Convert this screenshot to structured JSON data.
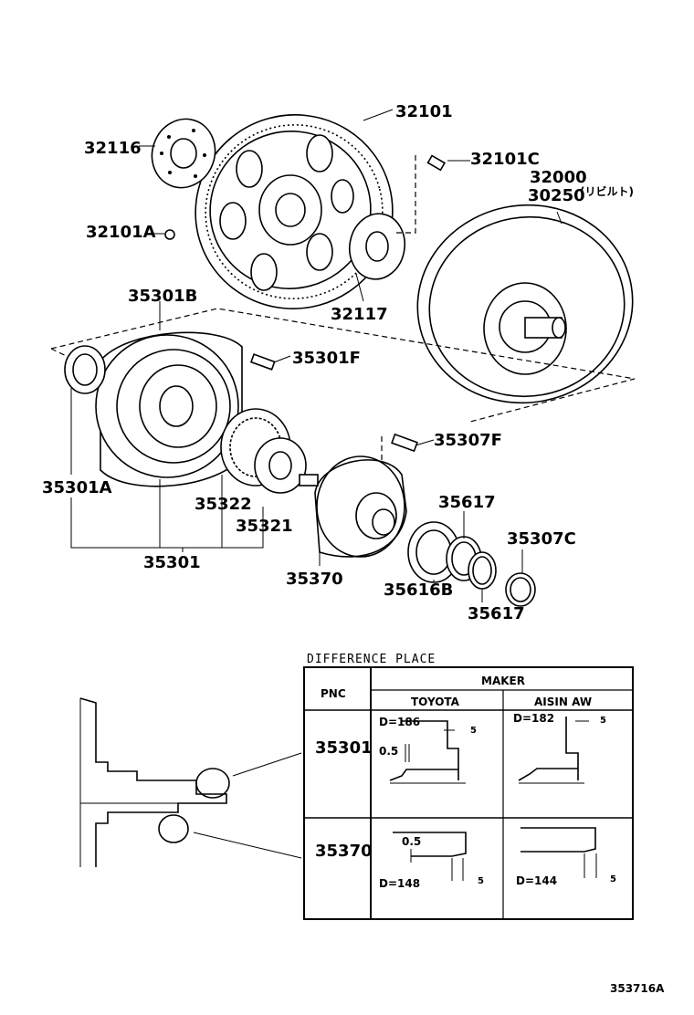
{
  "parts": {
    "p32101": "32101",
    "p32116": "32116",
    "p32101C": "32101C",
    "p32000": "32000",
    "p30250": "30250",
    "p30250_note": "(リビルト)",
    "p32101A": "32101A",
    "p32117": "32117",
    "p35301B": "35301B",
    "p35301F": "35301F",
    "p35307F": "35307F",
    "p35301A": "35301A",
    "p35322": "35322",
    "p35321": "35321",
    "p35617a": "35617",
    "p35307C": "35307C",
    "p35301": "35301",
    "p35370": "35370",
    "p35616B": "35616B",
    "p35617b": "35617"
  },
  "difference": {
    "title": "DIFFERENCE PLACE",
    "col_pnc": "PNC",
    "col_maker": "MAKER",
    "col_toyota": "TOYOTA",
    "col_aisin": "AISIN AW",
    "row1_pnc": "35301",
    "row2_pnc": "35370",
    "r1_toyota_d": "D=186",
    "r1_toyota_5": "5",
    "r1_toyota_05": "0.5",
    "r1_aisin_d": "D=182",
    "r1_aisin_5": "5",
    "r2_toyota_05": "0.5",
    "r2_toyota_d": "D=148",
    "r2_toyota_5": "5",
    "r2_aisin_d": "D=144",
    "r2_aisin_5": "5"
  },
  "figure_id": "353716A"
}
